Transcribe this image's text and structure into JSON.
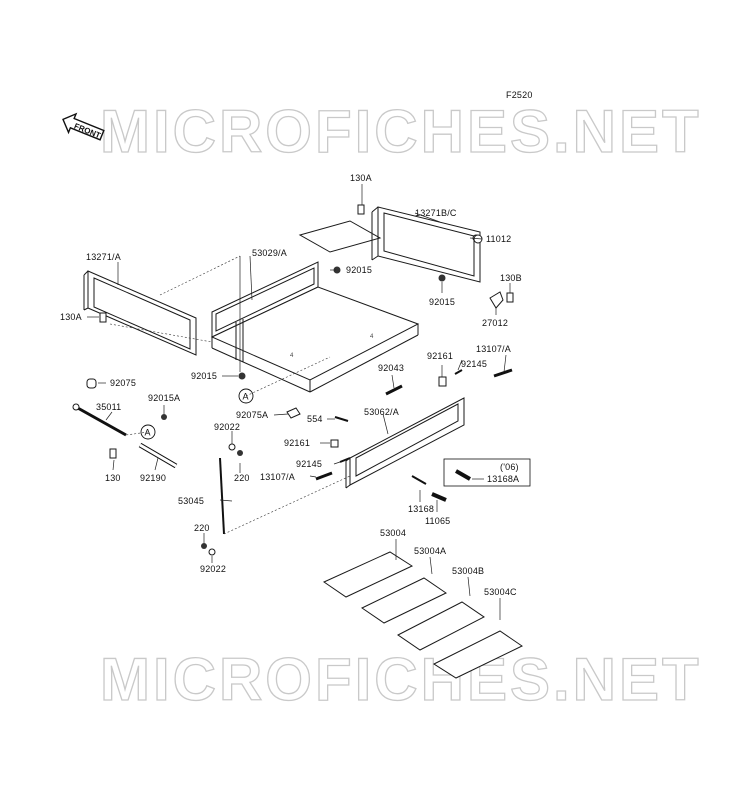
{
  "diagram_code": "F2520",
  "watermark_text": "MICROFICHES.NET",
  "front_badge": "FRONT",
  "callout_letter": "A",
  "year_note": "('06)",
  "labels": {
    "p130A_top": "130A",
    "p13271BC": "13271B/C",
    "p11012": "11012",
    "p130B": "130B",
    "p92015_right": "92015",
    "p27012": "27012",
    "p13271A": "13271/A",
    "p53029A": "53029/A",
    "p92015_top": "92015",
    "p130A_left": "130A",
    "p92015_bottom": "92015",
    "p92161_a": "92161",
    "p13107A_a": "13107/A",
    "p92145_a": "92145",
    "p92043": "92043",
    "p92075": "92075",
    "p35011": "35011",
    "p92015A": "92015A",
    "p130": "130",
    "p92190": "92190",
    "p92075A": "92075A",
    "p554": "554",
    "p53062A": "53062/A",
    "p92022_top": "92022",
    "p220_top": "220",
    "p92161_b": "92161",
    "p92145_b": "92145",
    "p13107A_b": "13107/A",
    "p13168A": "13168A",
    "p53045": "53045",
    "p13168": "13168",
    "p11065": "11065",
    "p220_bottom": "220",
    "p92022_bottom": "92022",
    "p53004": "53004",
    "p53004A": "53004A",
    "p53004B": "53004B",
    "p53004C": "53004C"
  }
}
